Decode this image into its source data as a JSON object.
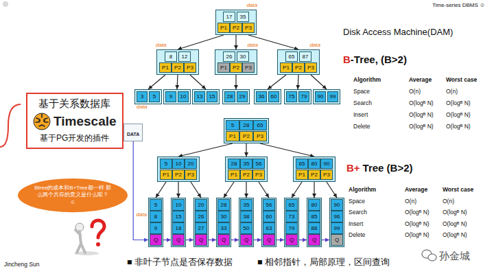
{
  "diagram": {
    "nodes": [
      {
        "text": [
          "17",
          "35",
          "P1",
          "P2",
          "P3",
          "data"
        ]
      },
      {
        "text": [
          "8",
          "12",
          "P1",
          "P2",
          "P3",
          "data"
        ]
      },
      {
        "text": [
          "26",
          "30",
          "P1",
          "P2",
          "P3",
          "data"
        ]
      },
      {
        "text": [
          "65",
          "87",
          "P1",
          "P2",
          "P3",
          "data"
        ]
      },
      {
        "text": [
          "3",
          "5",
          "data"
        ]
      },
      {
        "text": [
          "9",
          "10"
        ]
      },
      {
        "text": [
          "13",
          "15"
        ]
      },
      {
        "text": [
          "28",
          "29"
        ]
      },
      {
        "text": [
          "36",
          "60"
        ]
      },
      {
        "text": [
          "75",
          "79"
        ]
      },
      {
        "text": [
          "90",
          "99"
        ]
      },
      {
        "text": [
          "基于关系数据库",
          "Timescale",
          "基于PG开发的插件"
        ]
      },
      {
        "text": [
          "DATA"
        ]
      },
      {
        "text": [
          "5",
          "28",
          "65",
          "P1",
          "P2",
          "P3"
        ]
      },
      {
        "text": [
          "5",
          "10",
          "20",
          "P1",
          "P2",
          "P3"
        ]
      },
      {
        "text": [
          "28",
          "35",
          "56",
          "P1",
          "P2",
          "P3"
        ]
      },
      {
        "text": [
          "65",
          "80",
          "90",
          "P1",
          "P2",
          "P3"
        ]
      },
      {
        "text": [
          "5",
          "8",
          "9",
          "Q",
          "data"
        ]
      },
      {
        "text": [
          "10",
          "15",
          "18",
          "Q"
        ]
      },
      {
        "text": [
          "20",
          "26",
          "27",
          "Q"
        ]
      },
      {
        "text": [
          "28",
          "30",
          "33",
          "Q"
        ]
      },
      {
        "text": [
          "35",
          "38",
          "50",
          "Q"
        ]
      },
      {
        "text": [
          "56",
          "60",
          "63",
          "Q"
        ]
      },
      {
        "text": [
          "65",
          "73",
          "79",
          "Q"
        ]
      },
      {
        "text": [
          "80",
          "85",
          "88",
          "Q"
        ]
      },
      {
        "text": [
          "90",
          "96",
          "99",
          "Q"
        ]
      },
      {
        "text": [
          "Btree的成本和B+Tree都一样 那么两个共存的意义是什么呢？☺"
        ]
      }
    ],
    "edges": [
      {
        "from": 0,
        "to": 1,
        "arrow": "to"
      },
      {
        "from": 0,
        "to": 2,
        "arrow": "to"
      },
      {
        "from": 0,
        "to": 3,
        "arrow": "to"
      },
      {
        "from": 1,
        "to": 4,
        "arrow": "to"
      },
      {
        "from": 1,
        "to": 5,
        "arrow": "to"
      },
      {
        "from": 1,
        "to": 6,
        "arrow": "to"
      },
      {
        "from": 2,
        "to": 7,
        "arrow": "to"
      },
      {
        "from": 3,
        "to": 8,
        "arrow": "to"
      },
      {
        "from": 3,
        "to": 9,
        "arrow": "to"
      },
      {
        "from": 3,
        "to": 10,
        "arrow": "to"
      },
      {
        "from": 13,
        "to": 14,
        "arrow": "to"
      },
      {
        "from": 13,
        "to": 15,
        "arrow": "to"
      },
      {
        "from": 13,
        "to": 16,
        "arrow": "to"
      },
      {
        "from": 14,
        "to": 17,
        "arrow": "to"
      },
      {
        "from": 14,
        "to": 18,
        "arrow": "to"
      },
      {
        "from": 14,
        "to": 19,
        "arrow": "to"
      },
      {
        "from": 15,
        "to": 20,
        "arrow": "to"
      },
      {
        "from": 15,
        "to": 21,
        "arrow": "to"
      },
      {
        "from": 15,
        "to": 22,
        "arrow": "to"
      },
      {
        "from": 16,
        "to": 23,
        "arrow": "to"
      },
      {
        "from": 16,
        "to": 24,
        "arrow": "to"
      },
      {
        "from": 16,
        "to": 25,
        "arrow": "to"
      },
      {
        "from": 17,
        "to": 18,
        "arrow": "to"
      },
      {
        "from": 18,
        "to": 19,
        "arrow": "to"
      },
      {
        "from": 19,
        "to": 20,
        "arrow": "to"
      },
      {
        "from": 20,
        "to": 21,
        "arrow": "to"
      },
      {
        "from": 21,
        "to": 22,
        "arrow": "to"
      },
      {
        "from": 22,
        "to": 23,
        "arrow": "to"
      },
      {
        "from": 23,
        "to": 24,
        "arrow": "to"
      },
      {
        "from": 24,
        "to": 25,
        "arrow": "to"
      },
      {
        "from": 12,
        "to": 17,
        "arrow": "to"
      }
    ],
    "labels": [
      "Time-series DBMS ☺",
      "Disk Access Machine(DAM)",
      "B",
      "-Tree, (B>2)",
      "Algorithm",
      "Average",
      "Worst case",
      "Space",
      "O(n)",
      "O(n)",
      "Search",
      "O(logᴮ N)",
      "O(logᴮ N)",
      "Insert",
      "O(logᴮ N)",
      "O(logᴮ N)",
      "Delete",
      "O(logᴮ N)",
      "O(logᴮ N)",
      "B+",
      "Tree (B>2)",
      "Algorithm",
      "Average",
      "Worst case",
      "Space",
      "O(n)",
      "O(n)",
      "Search",
      "O(logᴮ N)",
      "O(logᴮ N)",
      "Insert",
      "O(logᴮ N)",
      "O(logᴮ N)",
      "Delete",
      "O(logᴮ N)",
      "O(logᴮ N)",
      "Jincheng Sun",
      "■ 非叶子节点是否保存数据",
      "■ 相邻指针，局部原理，区间查询",
      "孙金城"
    ]
  }
}
